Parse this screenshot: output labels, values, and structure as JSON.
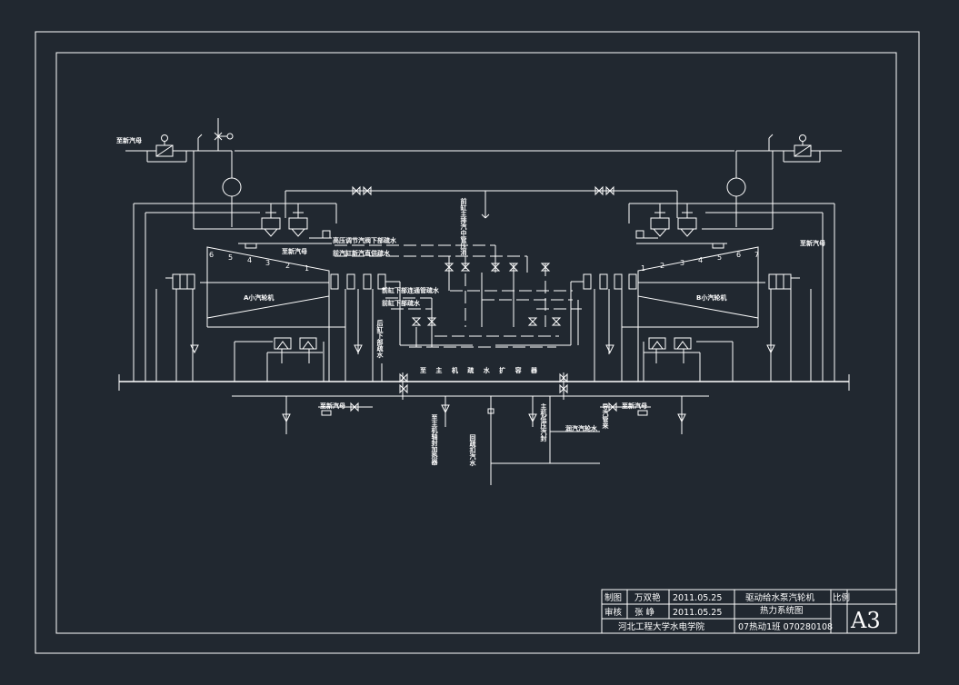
{
  "title_block": {
    "drawn_label": "制图",
    "drawn_name": "万双艳",
    "drawn_date": "2011.05.25",
    "checked_label": "审核",
    "checked_name": "张  峥",
    "checked_date": "2011.05.25",
    "title_line1": "驱动给水泵汽轮机",
    "title_line2": "热力系统图",
    "scale_label": "比例",
    "sheet_size": "A3",
    "school": "河北工程大学水电学院",
    "class_id": "07热动1班  070280108"
  },
  "labels": {
    "left_steam_source": "至新汽母",
    "right_steam_source": "至新汽母",
    "left_turbine": "A小汽轮机",
    "right_turbine": "B小汽轮机",
    "left_casing": "至新汽母",
    "hp_valve_drain": "高压调节汽阀下部疏水",
    "front_cyl_drain": "前汽缸新汽直供疏水",
    "front_cyl_lower_drain": "前缸下部连通管疏水",
    "front_cyl_bottom_drain": "前缸下部疏水",
    "rear_cyl_drain": "后缸下部疏水",
    "main_condenser_ext": "至 主 机 疏 水 扩 容 器",
    "mid_vert": "前缸主排汽中管压消",
    "bottom_left_steam": "至新汽母",
    "bottom_right_steam": "至新汽母",
    "to_heater": "至主机轴封加热器",
    "return_pump": "回疏扣汽水",
    "main_cond_pump": "主机低压汽封",
    "lube_unit": "润汽汽轮水",
    "guide_steam": "导汽管来",
    "stage_left": [
      "6",
      "5",
      "4",
      "3",
      "2",
      "1"
    ],
    "stage_right": [
      "1",
      "2",
      "3",
      "4",
      "5",
      "6",
      "7"
    ]
  }
}
